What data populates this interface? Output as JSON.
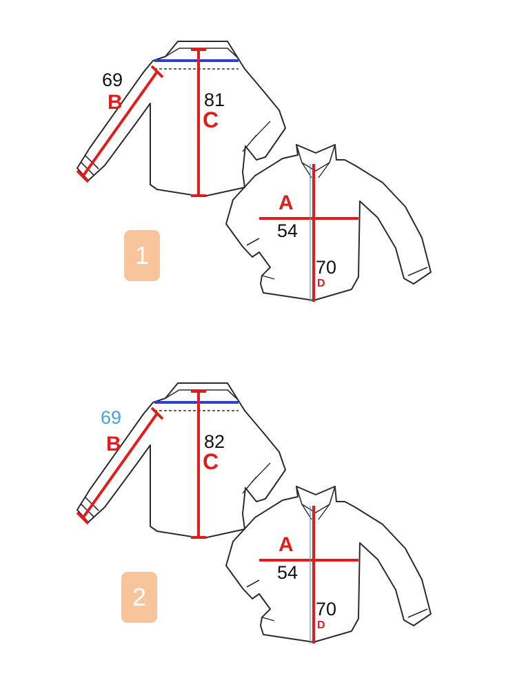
{
  "colors": {
    "measure": "#e31b1b",
    "shoulder": "#2f3fd0",
    "badge": "#f8c49c",
    "outline": "#2a2a2a",
    "highlight": "#4aa0e6"
  },
  "panels": [
    {
      "badge": "1",
      "sleeve": {
        "value": "69",
        "letter": "B"
      },
      "length": {
        "value": "81",
        "letter": "C"
      },
      "chest": {
        "value": "54",
        "letter": "A"
      },
      "front": {
        "value": "70",
        "letter": "D"
      }
    },
    {
      "badge": "2",
      "sleeve": {
        "value": "69",
        "letter": "B"
      },
      "length": {
        "value": "82",
        "letter": "C"
      },
      "chest": {
        "value": "54",
        "letter": "A"
      },
      "front": {
        "value": "70",
        "letter": "D"
      }
    }
  ]
}
